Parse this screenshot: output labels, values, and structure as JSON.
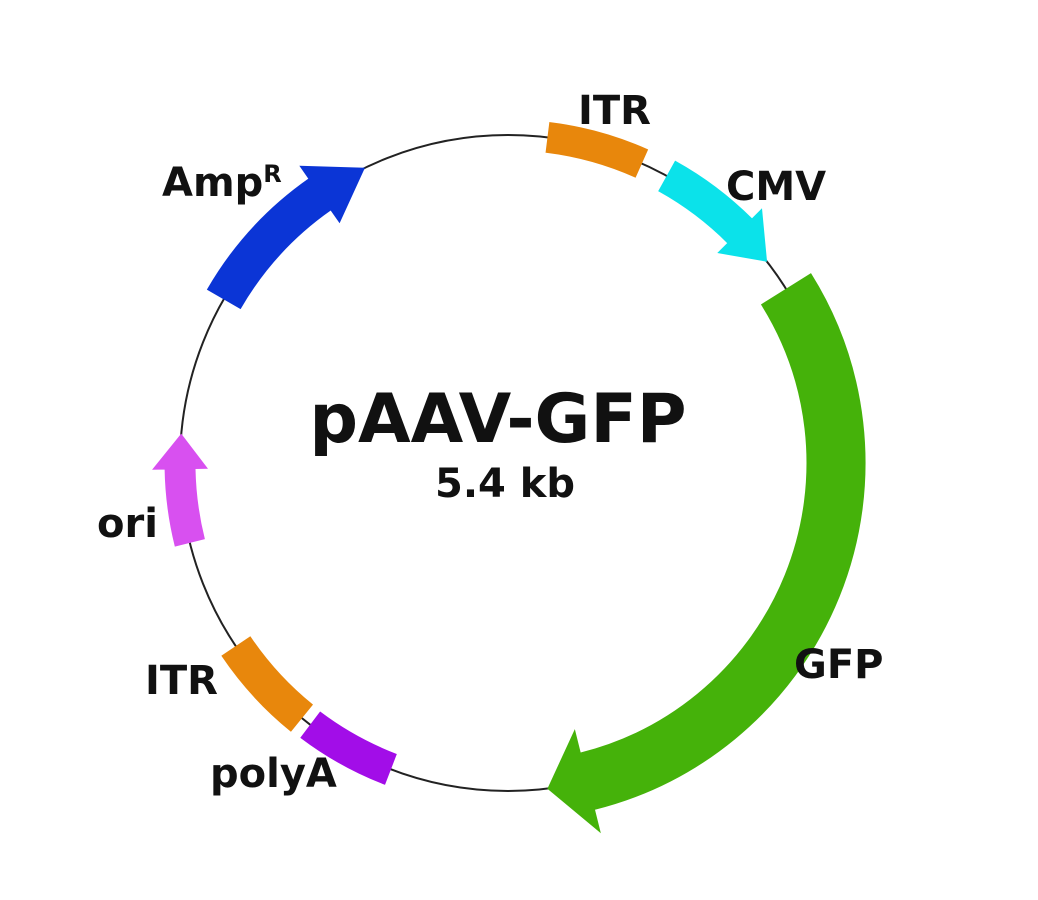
{
  "plasmid": {
    "name": "pAAV-GFP",
    "size": "5.4 kb"
  },
  "features": [
    {
      "id": "itr-top",
      "label": "ITR",
      "sup": "",
      "color": "#E8870C",
      "shape": "box"
    },
    {
      "id": "cmv",
      "label": "CMV",
      "sup": "",
      "color": "#0BE2EA",
      "shape": "arrow-cw"
    },
    {
      "id": "gfp",
      "label": "GFP",
      "sup": "",
      "color": "#45B20A",
      "shape": "arrow-cw"
    },
    {
      "id": "polya",
      "label": "polyA",
      "sup": "",
      "color": "#A20DE8",
      "shape": "box"
    },
    {
      "id": "itr-bottom",
      "label": "ITR",
      "sup": "",
      "color": "#E8870C",
      "shape": "box"
    },
    {
      "id": "ori",
      "label": "ori",
      "sup": "",
      "color": "#D850F0",
      "shape": "arrow-cw"
    },
    {
      "id": "ampr",
      "label": "Amp",
      "sup": "R",
      "color": "#0B35D6",
      "shape": "arrow-cw"
    }
  ]
}
